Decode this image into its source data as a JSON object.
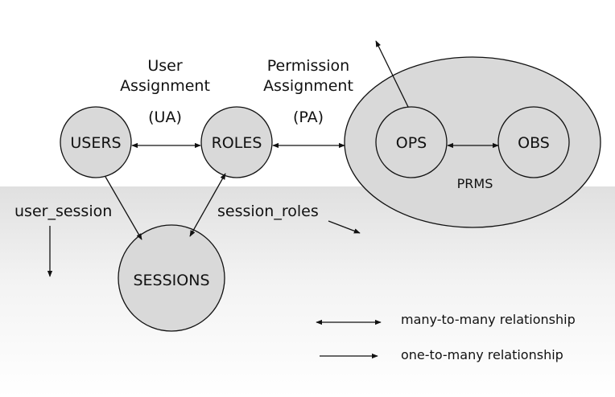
{
  "nodes": {
    "users": "USERS",
    "roles": "ROLES",
    "sessions": "SESSIONS",
    "ops": "OPS",
    "obs": "OBS",
    "prms": "PRMS"
  },
  "labels": {
    "ua_line1": "User",
    "ua_line2": "Assignment",
    "ua_abbr": "(UA)",
    "pa_line1": "Permission",
    "pa_line2": "Assignment",
    "pa_abbr": "(PA)",
    "user_session": "user_session",
    "session_roles": "session_roles"
  },
  "legend": {
    "many_to_many": "many-to-many relationship",
    "one_to_many": "one-to-many relationship"
  },
  "colors": {
    "node_fill": "#d9d9d9",
    "stroke": "#111111"
  }
}
